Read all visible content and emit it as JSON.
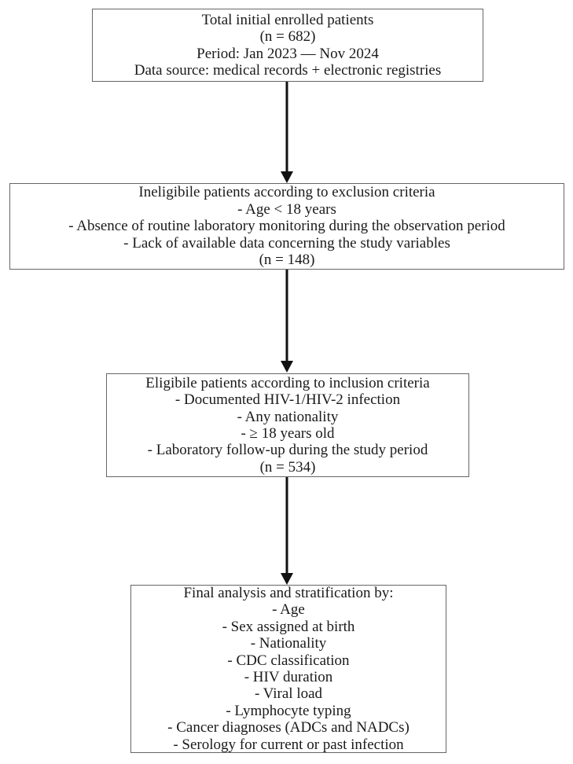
{
  "figure": {
    "type": "flowchart",
    "background": "#ffffff"
  },
  "colors": {
    "box_border": "#666666",
    "arrow": "#111111",
    "text": "#1a1a1a"
  },
  "boxes": [
    {
      "id": "enrolled",
      "lines": [
        "Total initial enrolled patients",
        "(n = 682)",
        "Period: Jan 2023 — Nov 2024",
        "Data source: medical records + electronic registries"
      ]
    },
    {
      "id": "ineligible",
      "lines": [
        "Ineligibile patients according to exclusion criteria",
        "- Age < 18 years",
        "- Absence of routine laboratory monitoring during the observation period",
        "- Lack of available data concerning the study variables",
        "(n = 148)"
      ]
    },
    {
      "id": "eligible",
      "lines": [
        "Eligibile patients according to inclusion criteria",
        "- Documented HIV-1/HIV-2 infection",
        "- Any nationality",
        "- ≥ 18 years old",
        "- Laboratory follow-up during the study period",
        "(n = 534)"
      ]
    },
    {
      "id": "final-analysis",
      "lines": [
        "Final analysis and stratification by:",
        "- Age",
        "- Sex assigned at birth",
        "- Nationality",
        "- CDC classification",
        "- HIV duration",
        "- Viral load",
        "- Lymphocyte typing",
        "- Cancer diagnoses (ADCs and NADCs)",
        "- Serology for current or past infection"
      ]
    }
  ],
  "arrows": [
    {
      "from": "enrolled",
      "to": "ineligible",
      "direction": "down"
    },
    {
      "from": "ineligible",
      "to": "eligible",
      "direction": "down"
    },
    {
      "from": "eligible",
      "to": "final-analysis",
      "direction": "down"
    }
  ]
}
